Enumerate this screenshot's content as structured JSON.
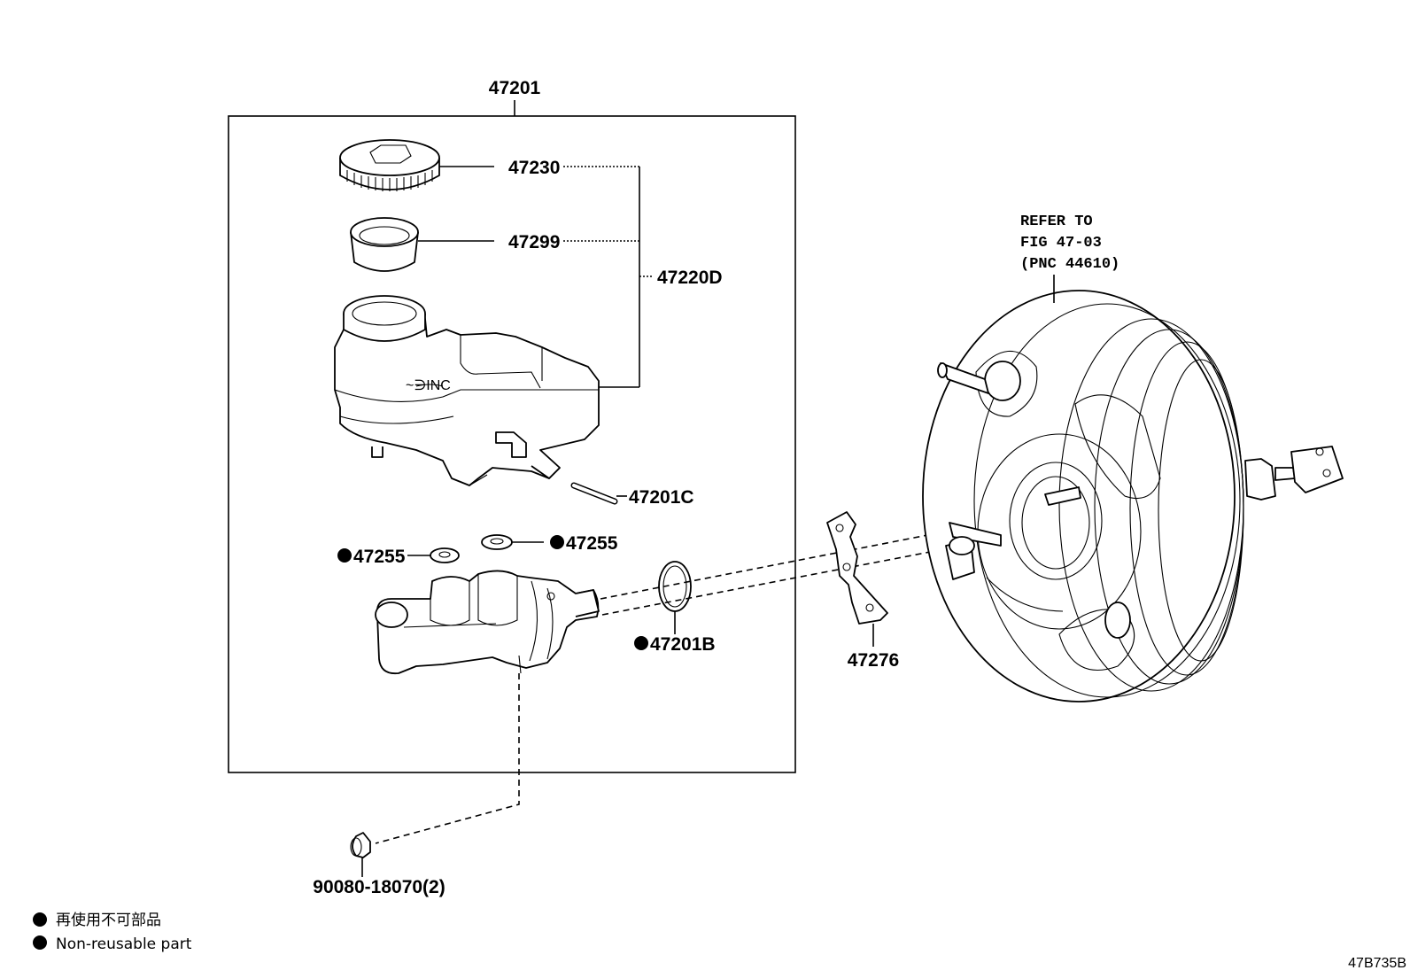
{
  "diagram": {
    "assembly_label": "47201",
    "labels": {
      "cap": "47230",
      "strainer": "47299",
      "reservoir": "47220D",
      "pin": "47201C",
      "grommet_left": "47255",
      "grommet_right": "47255",
      "o_ring": "47201B",
      "gasket": "47276",
      "plug": "90080-18070(2)"
    },
    "booster_reference": {
      "line1": "REFER TO",
      "line2": "FIG 47-03",
      "line3": "(PNC 44610)"
    },
    "legend": {
      "japanese": "再使用不可部品",
      "english": "Non-reusable part"
    },
    "figure_code": "47B735B"
  }
}
